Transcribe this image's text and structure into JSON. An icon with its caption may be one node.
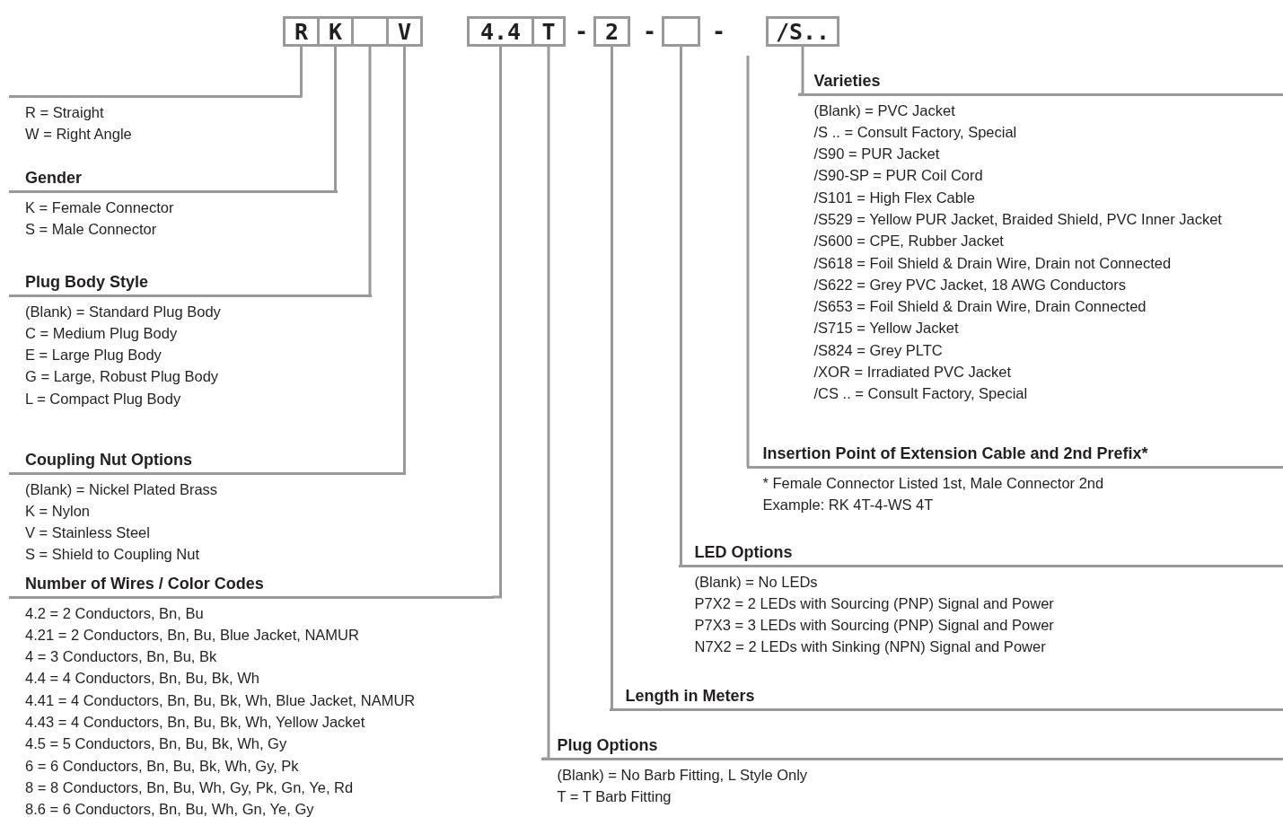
{
  "diagram": {
    "nodes": [
      {
        "text": [
          "R"
        ]
      },
      {
        "text": [
          "K"
        ]
      },
      {
        "text": [],
        "shape": "box"
      },
      {
        "text": [
          "V"
        ]
      },
      {
        "text": [
          "4.4"
        ]
      },
      {
        "text": [
          "T"
        ]
      },
      {
        "text": [
          "2"
        ]
      },
      {
        "text": [],
        "shape": "box"
      },
      {
        "text": [
          "/S.."
        ]
      },
      {
        "text": [
          "R = Straight",
          "W = Right Angle"
        ]
      },
      {
        "text": [
          "Gender",
          "K = Female Connector",
          "S = Male Connector"
        ]
      },
      {
        "text": [
          "Plug Body Style",
          "(Blank) = Standard Plug Body",
          "C = Medium Plug Body",
          "E = Large Plug Body",
          "G = Large, Robust Plug Body",
          "L = Compact Plug Body"
        ]
      },
      {
        "text": [
          "Coupling Nut Options",
          "(Blank) = Nickel Plated Brass",
          "K = Nylon",
          "V = Stainless Steel",
          "S = Shield to Coupling Nut"
        ]
      },
      {
        "text": [
          "Number of Wires / Color Codes",
          "4.2 = 2 Conductors, Bn, Bu",
          "4.21 = 2 Conductors, Bn, Bu, Blue Jacket, NAMUR",
          "4 = 3 Conductors, Bn, Bu, Bk",
          "4.4 = 4 Conductors, Bn, Bu, Bk, Wh",
          "4.41 = 4 Conductors, Bn, Bu, Bk, Wh, Blue Jacket, NAMUR",
          "4.43 = 4 Conductors, Bn, Bu, Bk, Wh, Yellow Jacket",
          "4.5 = 5 Conductors, Bn, Bu, Bk, Wh, Gy",
          "6 = 6 Conductors, Bn, Bu, Bk, Wh, Gy, Pk",
          "8 = 8 Conductors, Bn, Bu, Wh, Gy, Pk, Gn, Ye, Rd",
          "8.6 = 6 Conductors, Bn, Bu, Wh, Gn, Ye, Gy"
        ]
      },
      {
        "text": [
          "Plug Options",
          "(Blank) = No Barb Fitting, L Style Only",
          "T = T Barb Fitting"
        ]
      },
      {
        "text": [
          "Length in Meters"
        ]
      },
      {
        "text": [
          "LED Options",
          "(Blank) = No LEDs",
          "P7X2 = 2 LEDs with Sourcing (PNP) Signal and Power",
          "P7X3 = 3 LEDs with Sourcing (PNP) Signal and Power",
          "N7X2 = 2 LEDs with Sinking (NPN) Signal and Power"
        ]
      },
      {
        "text": [
          "Insertion Point of Extension Cable and 2nd Prefix*",
          "* Female Connector Listed 1st, Male Connector 2nd",
          "Example: RK 4T-4-WS 4T"
        ]
      },
      {
        "text": [
          "Varieties",
          "(Blank) = PVC Jacket",
          "/S .. = Consult Factory, Special",
          "/S90 = PUR Jacket",
          "/S90-SP = PUR Coil Cord",
          "/S101 = High Flex Cable",
          "/S529 = Yellow PUR Jacket, Braided Shield, PVC Inner Jacket",
          "/S600 = CPE, Rubber Jacket",
          "/S618 = Foil Shield & Drain Wire, Drain not Connected",
          "/S622 = Grey PVC Jacket, 18 AWG Conductors",
          "/S653 = Foil Shield & Drain Wire, Drain Connected",
          "/S715 = Yellow Jacket",
          "/S824 = Grey PLTC",
          "/XOR = Irradiated PVC Jacket",
          "/CS .. = Consult Factory, Special"
        ]
      }
    ],
    "edges": [
      {
        "from": 0,
        "to": 9,
        "arrow": "none"
      },
      {
        "from": 1,
        "to": 10,
        "arrow": "none"
      },
      {
        "from": 2,
        "to": 11,
        "arrow": "none"
      },
      {
        "from": 3,
        "to": 12,
        "arrow": "none"
      },
      {
        "from": 4,
        "to": 13,
        "arrow": "none"
      },
      {
        "from": 5,
        "to": 14,
        "arrow": "none"
      },
      {
        "from": 6,
        "to": 15,
        "arrow": "none"
      },
      {
        "from": 7,
        "to": 16,
        "arrow": "none"
      },
      {
        "from": null,
        "to": 17,
        "arrow": "none"
      },
      {
        "from": 8,
        "to": 18,
        "arrow": "none"
      }
    ],
    "labels": [
      "-",
      "-",
      "-"
    ]
  }
}
